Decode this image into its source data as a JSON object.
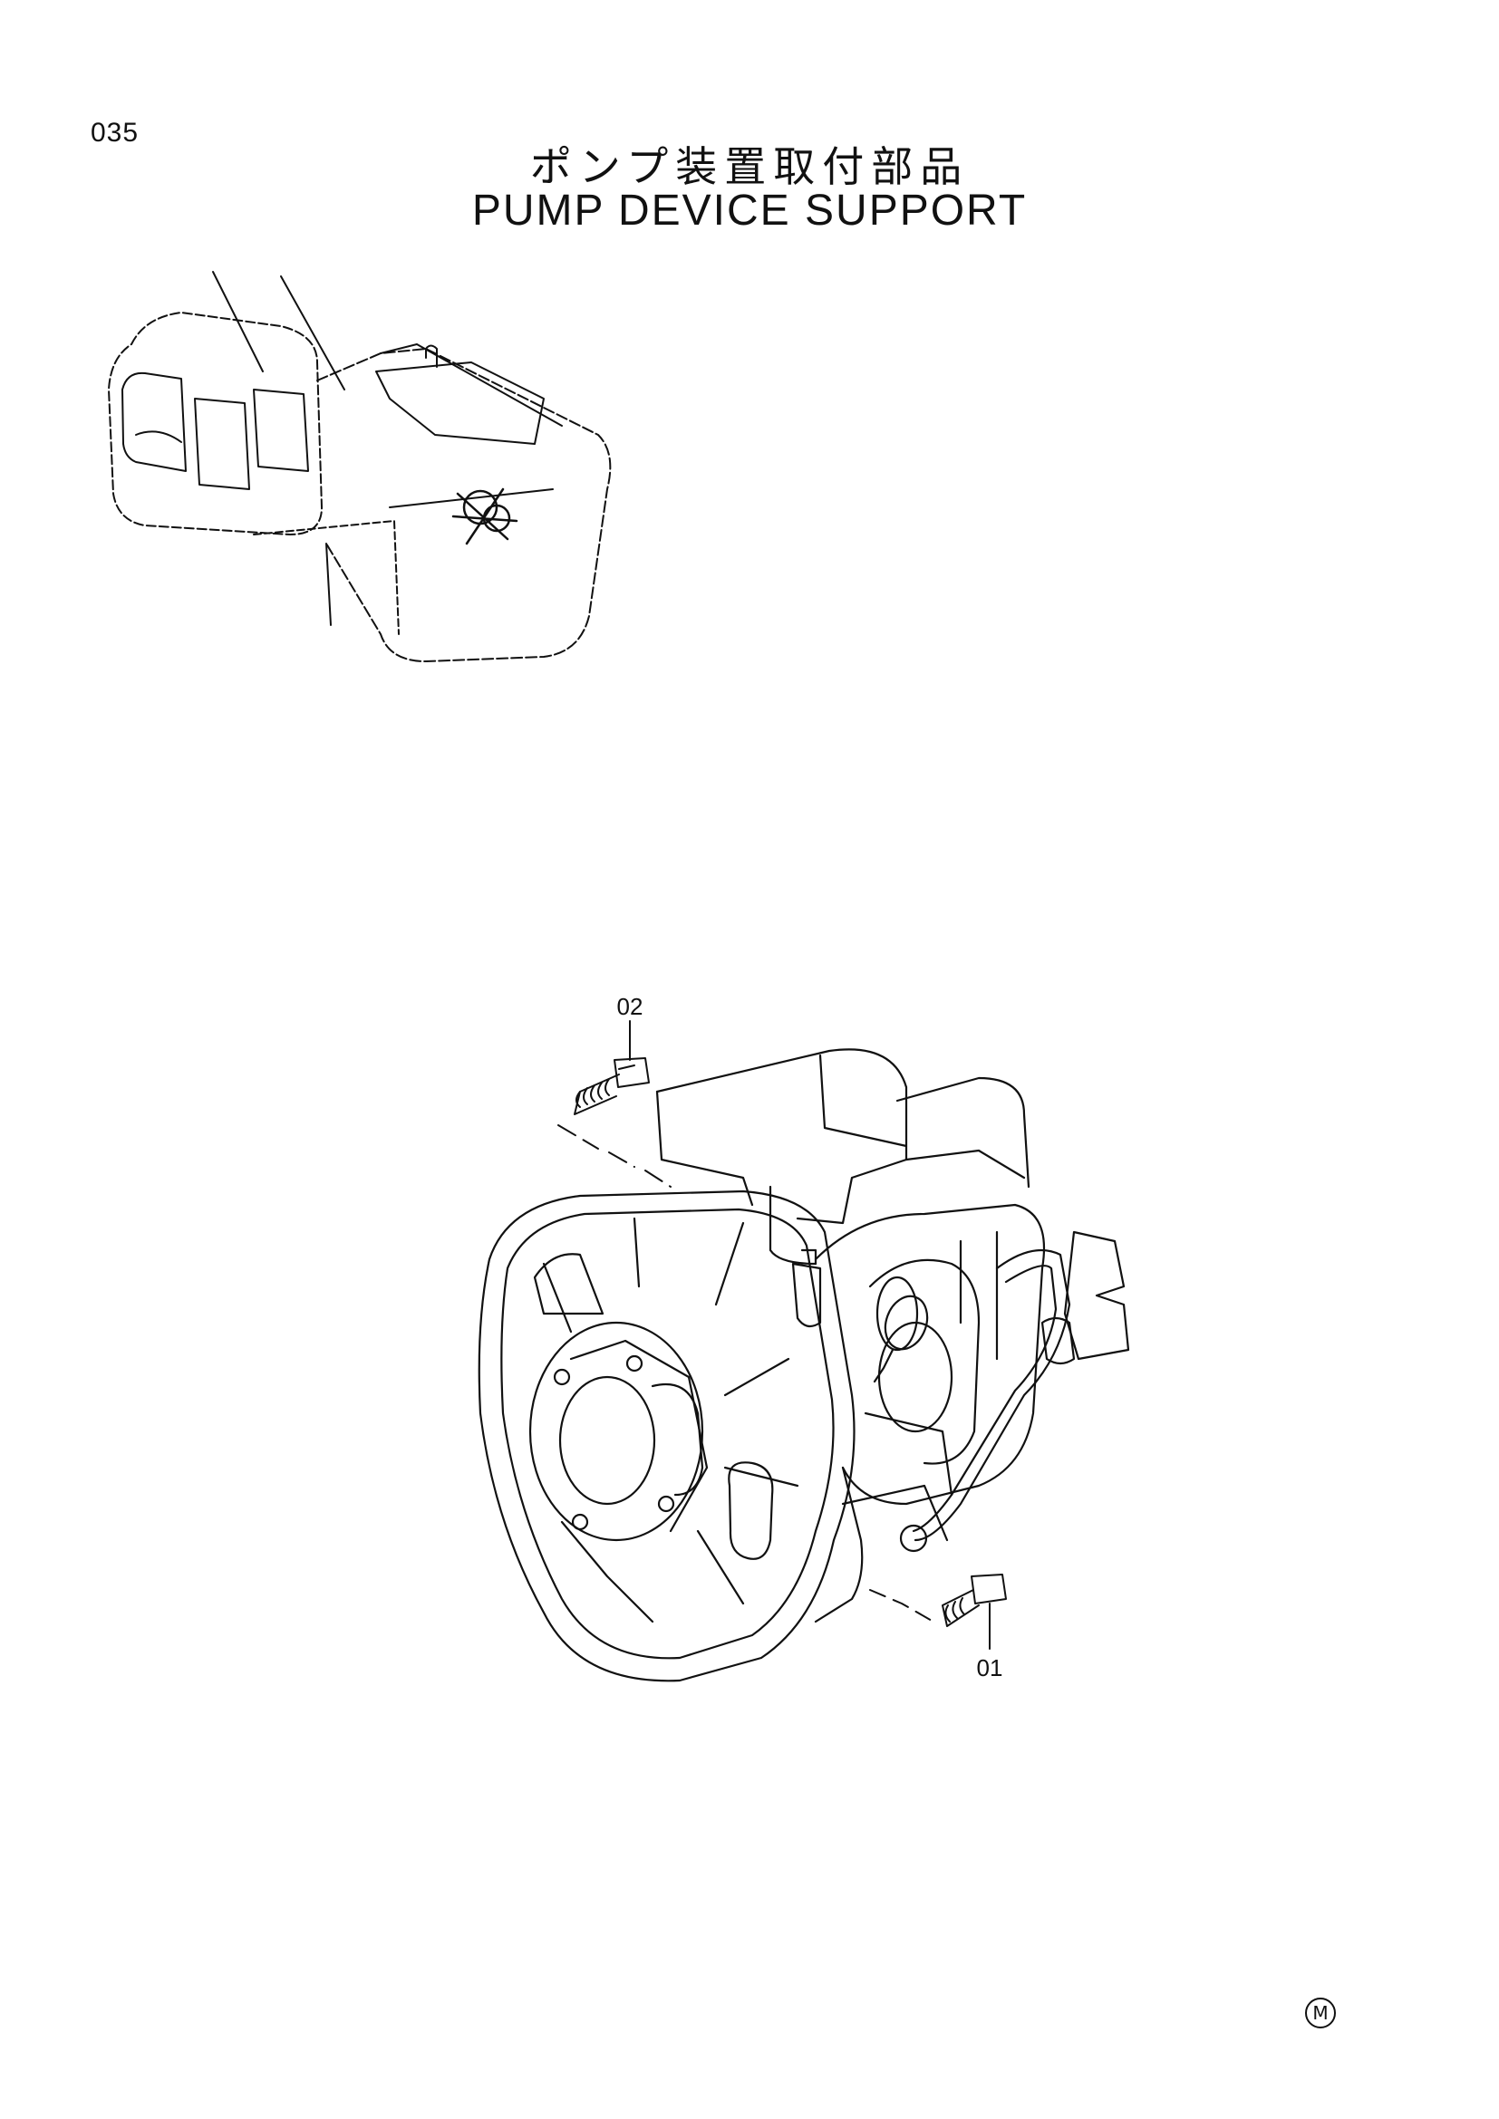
{
  "page": {
    "number": "035",
    "title_jp": "ポンプ装置取付部品",
    "title_en": "PUMP DEVICE SUPPORT"
  },
  "callouts": [
    {
      "id": "02",
      "label": "02"
    },
    {
      "id": "01",
      "label": "01"
    }
  ],
  "mark": "M"
}
